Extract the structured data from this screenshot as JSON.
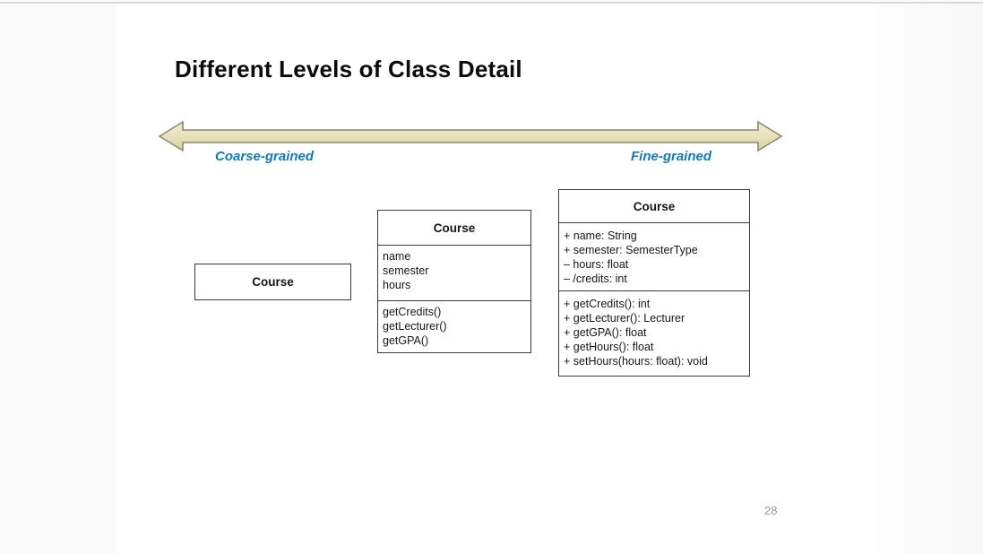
{
  "slide": {
    "title": "Different Levels of Class Detail",
    "page_number": "28",
    "axis": {
      "left_label": "Coarse-grained",
      "right_label": "Fine-grained"
    },
    "colors": {
      "label_blue": "#0e7cc0",
      "arrow_fill_light": "#efeacd",
      "arrow_fill_dark": "#d8d2a4",
      "arrow_stroke": "#8b8a72",
      "box_border": "#3a3a3a",
      "page_number_gray": "#9a9a9a"
    },
    "uml_classes": [
      {
        "name": "Course",
        "attributes": [],
        "methods": []
      },
      {
        "name": "Course",
        "attributes": [
          "name",
          "semester",
          "hours"
        ],
        "methods": [
          "getCredits()",
          "getLecturer()",
          "getGPA()"
        ]
      },
      {
        "name": "Course",
        "attributes": [
          "+ name: String",
          "+ semester: SemesterType",
          "– hours: float",
          "– /credits: int"
        ],
        "methods": [
          "+ getCredits(): int",
          "+ getLecturer(): Lecturer",
          "+ getGPA(): float",
          "+ getHours(): float",
          "+ setHours(hours: float): void"
        ]
      }
    ]
  }
}
